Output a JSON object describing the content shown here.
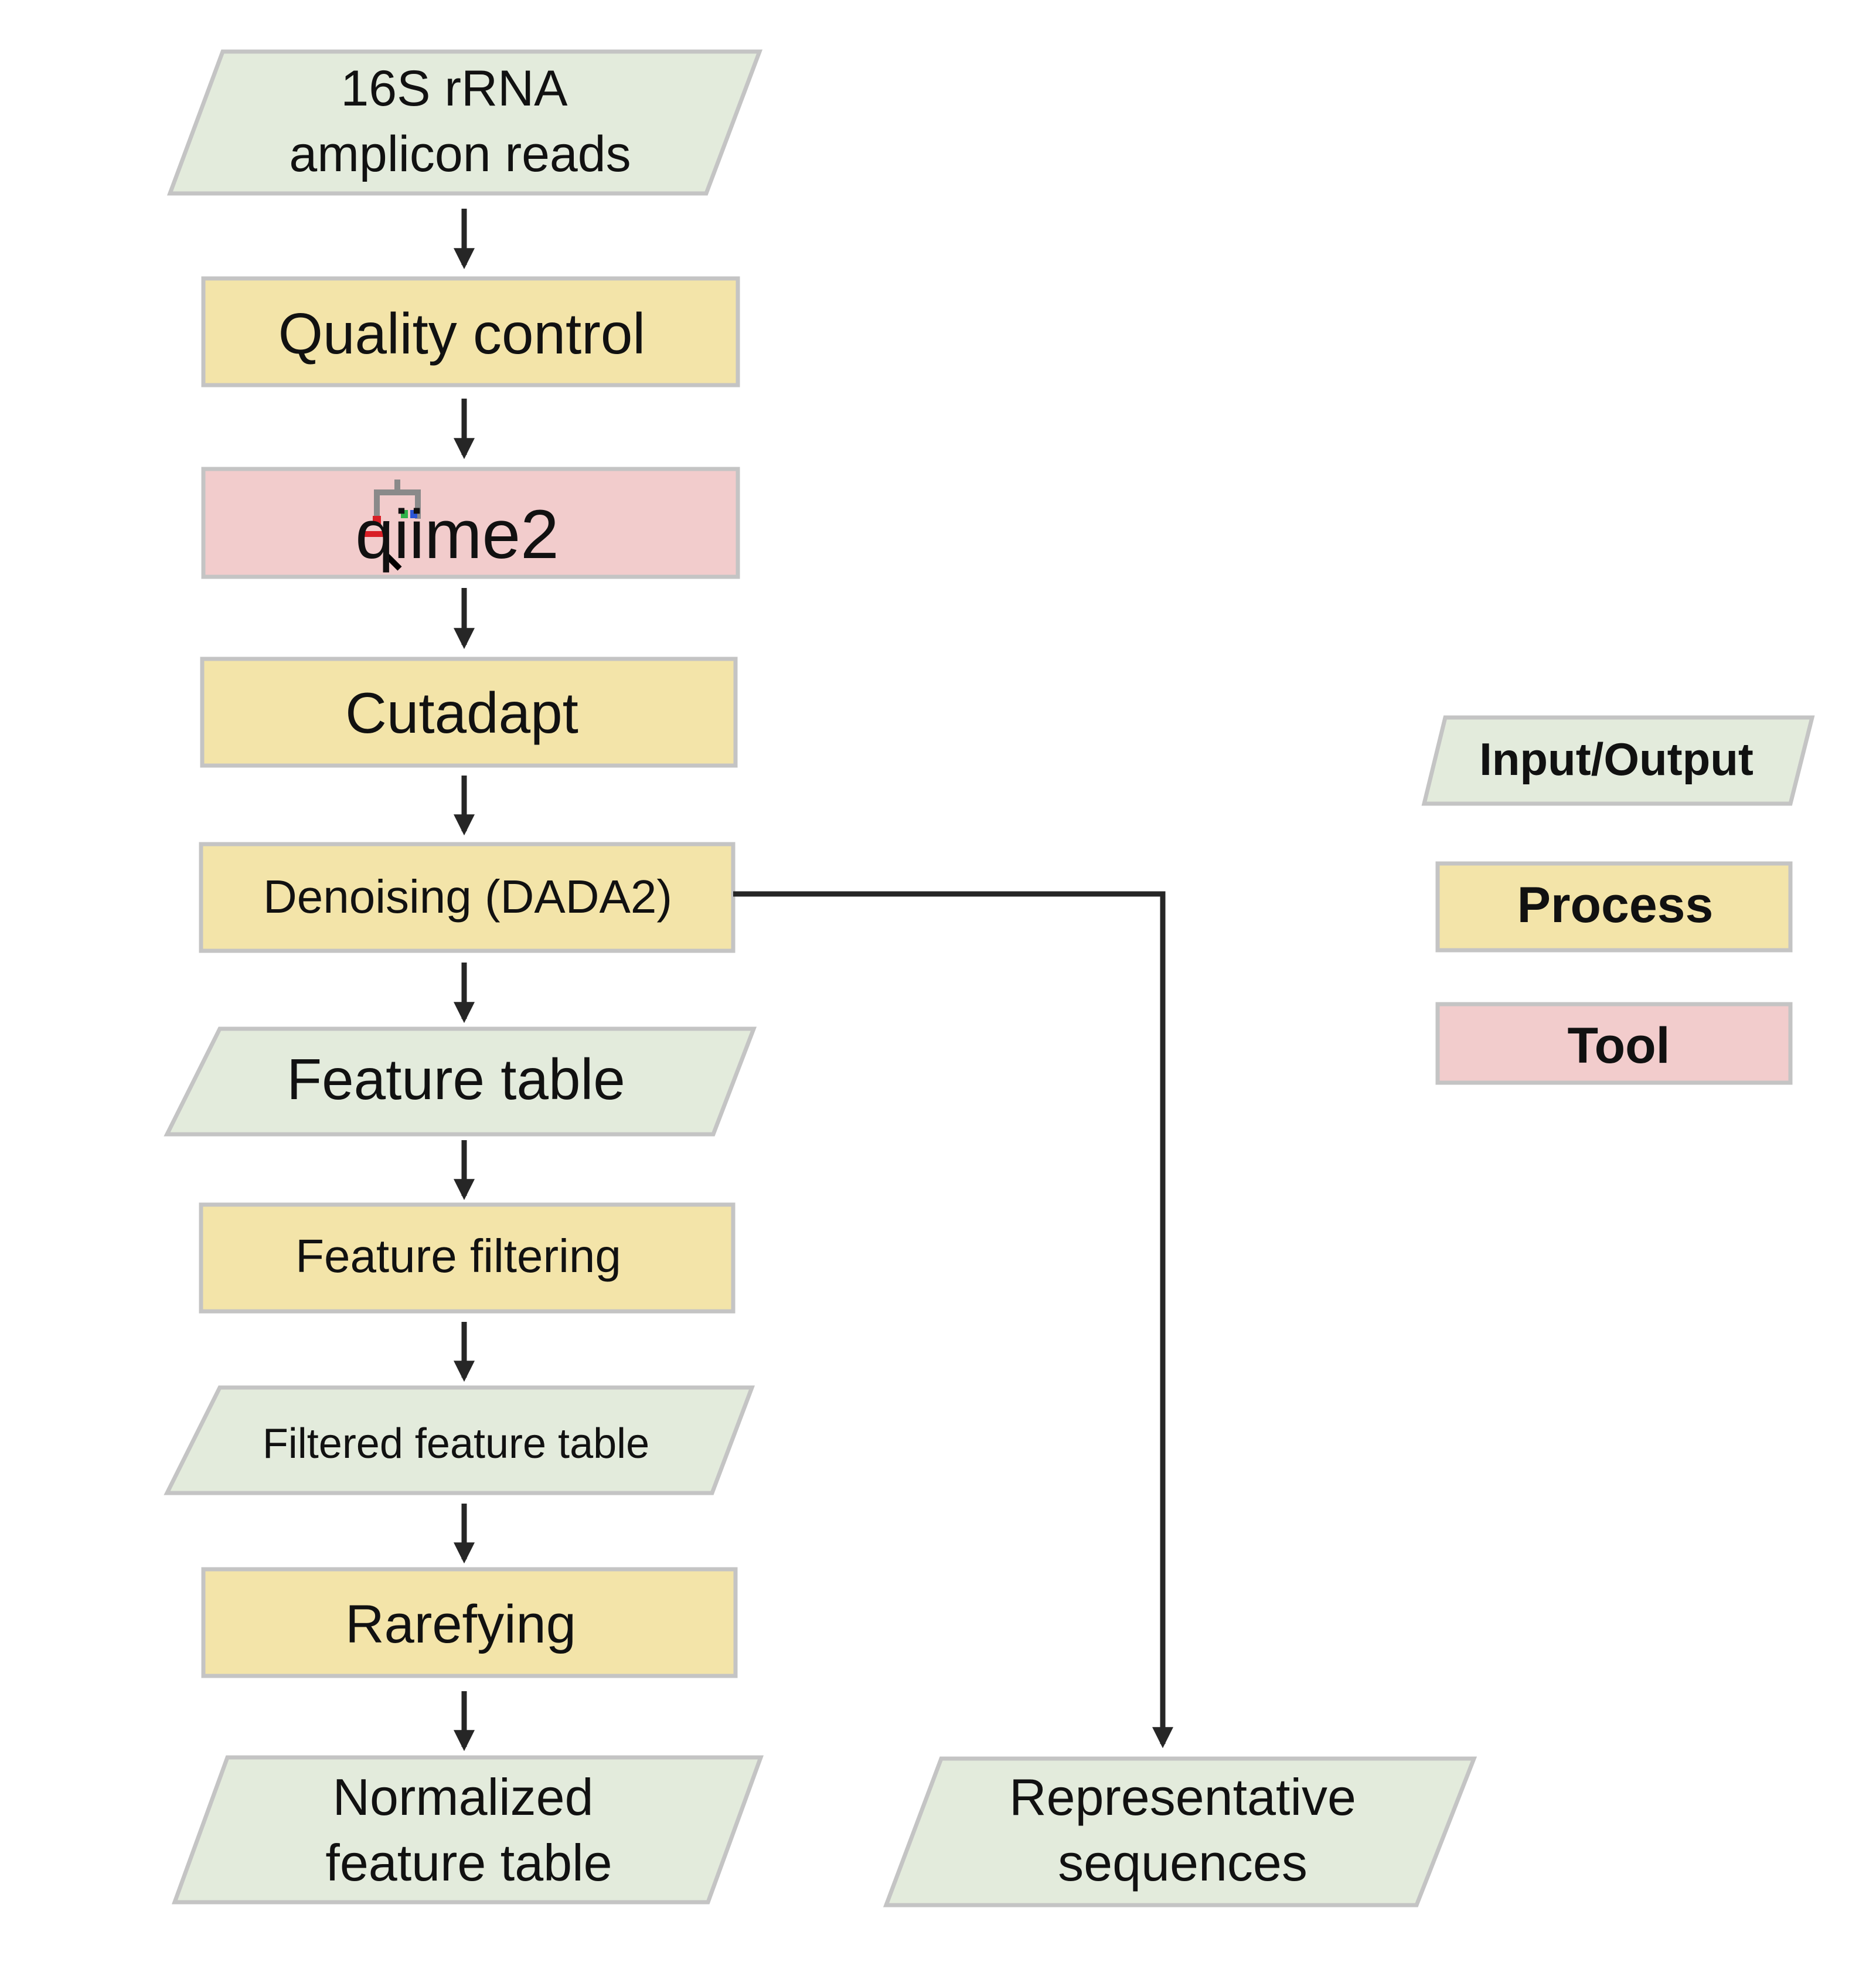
{
  "colors": {
    "io_fill": "#e3ebdc",
    "process_fill": "#f3e4a9",
    "tool_fill": "#f2cccc",
    "border": "#c4c4c4",
    "arrow": "#262626",
    "text": "#111111"
  },
  "flow": {
    "input_reads": {
      "line1": "16S rRNA",
      "line2": "amplicon reads"
    },
    "quality_control": "Quality control",
    "tool_logo": {
      "icon": "qiime2-logo",
      "text": "qiime2"
    },
    "cutadapt": "Cutadapt",
    "denoising": "Denoising (DADA2)",
    "feature_table": "Feature table",
    "feature_filtering": "Feature filtering",
    "filtered_feature_table": "Filtered feature table",
    "rarefying": "Rarefying",
    "normalized_table": {
      "line1": "Normalized",
      "line2": "feature table"
    },
    "representative_sequences": {
      "line1": "Representative",
      "line2": "sequences"
    }
  },
  "legend": {
    "io": "Input/Output",
    "process": "Process",
    "tool": "Tool"
  }
}
